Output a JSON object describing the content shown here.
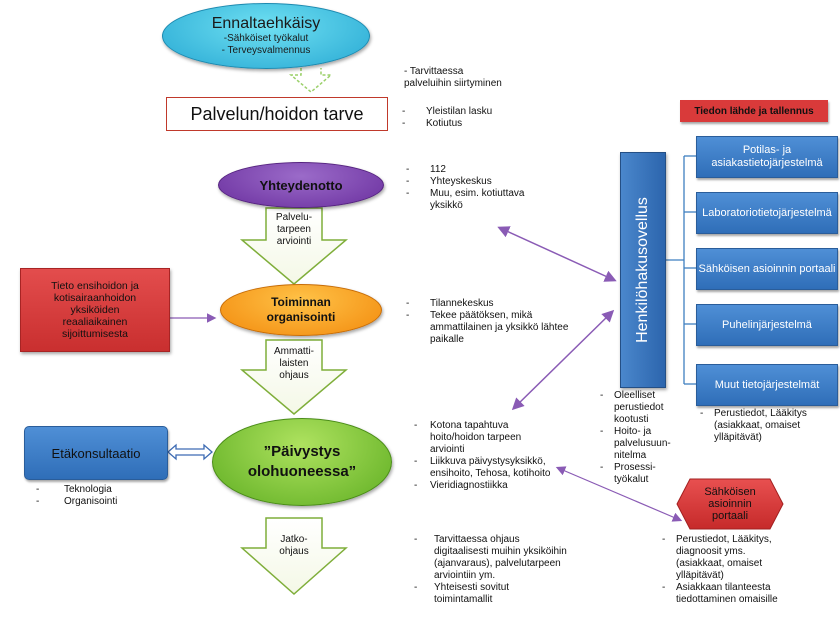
{
  "top_ellipse": {
    "title": "Ennaltaehkäisy",
    "line1": "-Sähköiset  työkalut",
    "line2": "- Terveysvalmennus"
  },
  "top_note": {
    "line1": "- Tarvittaessa",
    "line2": "palveluihin siirtyminen"
  },
  "service_box": {
    "title": "Palvelun/hoidon tarve"
  },
  "service_notes": [
    {
      "dash": "-",
      "text": "Yleistilan lasku"
    },
    {
      "dash": "-",
      "text": "Kotiutus"
    }
  ],
  "source_header": "Tiedon lähde ja tallennus",
  "contact": {
    "title": "Yhteydenotto"
  },
  "contact_notes": [
    {
      "dash": "-",
      "text": "112"
    },
    {
      "dash": "-",
      "text": "Yhteyskeskus"
    },
    {
      "dash": "-",
      "text": "Muu, esim. kotiuttava"
    },
    {
      "dash": "",
      "text": "yksikkö"
    }
  ],
  "arrow1": {
    "l1": "Palvelu-",
    "l2": "tarpeen",
    "l3": "arviointi"
  },
  "red_box": {
    "l1": "Tieto ensihoidon ja",
    "l2": "kotisairaanhoidon",
    "l3": "yksiköiden",
    "l4": "reaaliaikainen",
    "l5": "sijoittumisesta"
  },
  "org": {
    "l1": "Toiminnan",
    "l2": "organisointi"
  },
  "org_notes": [
    {
      "dash": "-",
      "text": "Tilannekeskus"
    },
    {
      "dash": "-",
      "text": "Tekee päätöksen, mikä"
    },
    {
      "dash": "",
      "text": "ammattilainen ja yksikkö lähtee"
    },
    {
      "dash": "",
      "text": "paikalle"
    }
  ],
  "arrow2": {
    "l1": "Ammatti-",
    "l2": "laisten",
    "l3": "ohjaus"
  },
  "henkilo": "Henkilöhakusovellus",
  "systems": [
    {
      "l1": "Potilas- ja",
      "l2": "asiakastietojärjestelmä"
    },
    {
      "l1": "Laboratoriotietojärjestelmä",
      "l2": ""
    },
    {
      "l1": "Sähköisen asioinnin portaali",
      "l2": ""
    },
    {
      "l1": "Puhelinjärjestelmä",
      "l2": ""
    },
    {
      "l1": "Muut tietojärjestelmät",
      "l2": ""
    }
  ],
  "muut_notes": [
    {
      "dash": "-",
      "text": "Perustiedot, Lääkitys"
    },
    {
      "dash": "",
      "text": "(asiakkaat, omaiset"
    },
    {
      "dash": "",
      "text": "ylläpitävät)"
    }
  ],
  "henk_notes": [
    {
      "dash": "-",
      "text": "Oleelliset"
    },
    {
      "dash": "",
      "text": "perustiedot"
    },
    {
      "dash": "",
      "text": "kootusti"
    },
    {
      "dash": "-",
      "text": "Hoito- ja"
    },
    {
      "dash": "",
      "text": "palvelusuun-"
    },
    {
      "dash": "",
      "text": "nitelma"
    },
    {
      "dash": "-",
      "text": "Prosessi-"
    },
    {
      "dash": "",
      "text": "työkalut"
    }
  ],
  "etakons": {
    "title": "Etäkonsultaatio"
  },
  "etakons_notes": [
    {
      "dash": "-",
      "text": "Teknologia"
    },
    {
      "dash": "-",
      "text": "Organisointi"
    }
  ],
  "paivystys": {
    "l1": "”Päivystys",
    "l2": "olohuoneessa”"
  },
  "paiv_notes": [
    {
      "dash": "-",
      "text": "Kotona tapahtuva"
    },
    {
      "dash": "",
      "text": "hoito/hoidon tarpeen"
    },
    {
      "dash": "",
      "text": "arviointi"
    },
    {
      "dash": "-",
      "text": "Liikkuva päivystysyksikkö,"
    },
    {
      "dash": "",
      "text": "ensihoito, Tehosa, kotihoito"
    },
    {
      "dash": "-",
      "text": "Vieridiagnostiikka"
    }
  ],
  "portal": {
    "l1": "Sähköisen",
    "l2": "asioinnin",
    "l3": "portaali"
  },
  "portal_notes": [
    {
      "dash": "-",
      "text": "Perustiedot, Lääkitys,"
    },
    {
      "dash": "",
      "text": "diagnoosit yms."
    },
    {
      "dash": "",
      "text": "(asiakkaat, omaiset"
    },
    {
      "dash": "",
      "text": "ylläpitävät)"
    },
    {
      "dash": "-",
      "text": "Asiakkaan tilanteesta"
    },
    {
      "dash": "",
      "text": "tiedottaminen omaisille"
    }
  ],
  "arrow3": {
    "l1": "Jatko-",
    "l2": "ohjaus"
  },
  "jatko_notes": [
    {
      "dash": "-",
      "text": "Tarvittaessa ohjaus"
    },
    {
      "dash": "",
      "text": "digitaalisesti muihin yksiköihin"
    },
    {
      "dash": "",
      "text": "(ajanvaraus), palvelutarpeen"
    },
    {
      "dash": "",
      "text": "arviointiin ym."
    },
    {
      "dash": "-",
      "text": "Yhteisesti sovitut"
    },
    {
      "dash": "",
      "text": "toimintamallit"
    }
  ]
}
